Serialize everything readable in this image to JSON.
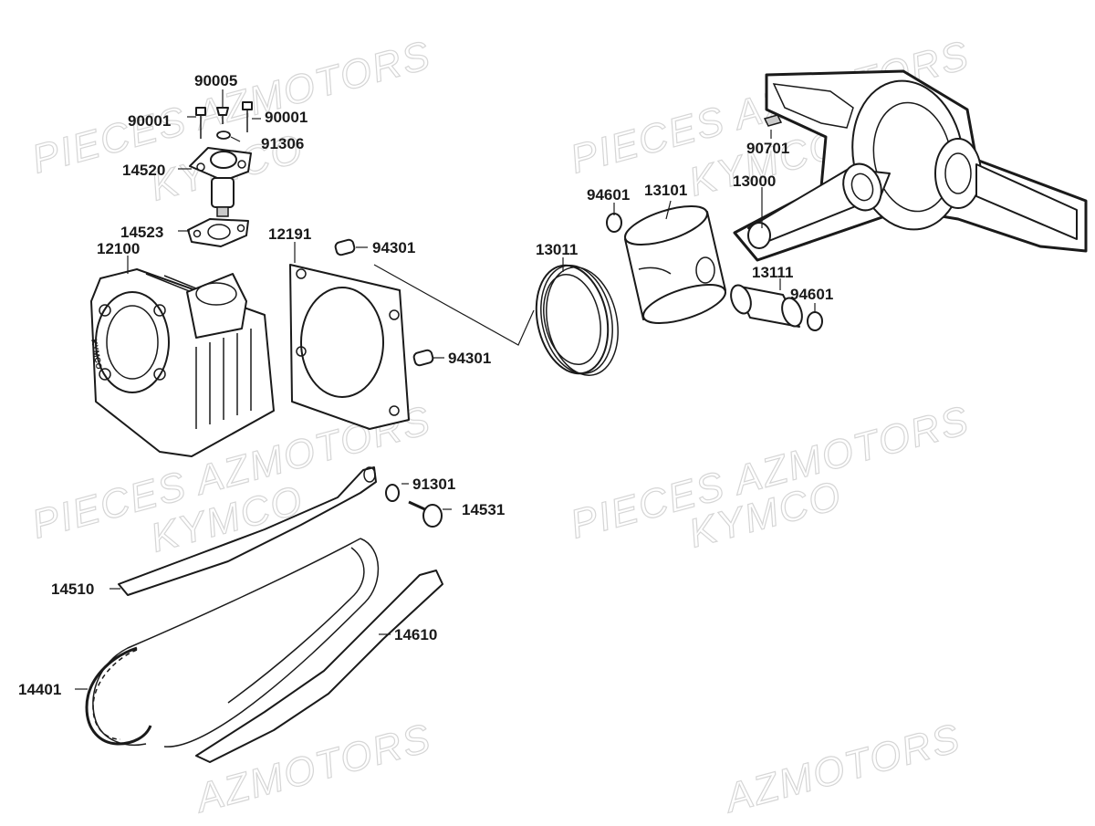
{
  "watermark": {
    "line1": "PIECES AZMOTORS",
    "line2": "KYMCO",
    "bottom": "AZMOTORS"
  },
  "cylinder_brand": "KYMCO",
  "labels": {
    "p90005": "90005",
    "p90001_left": "90001",
    "p90001_right": "90001",
    "p91306": "91306",
    "p14520": "14520",
    "p14523": "14523",
    "p12100": "12100",
    "p12191": "12191",
    "p94301_top": "94301",
    "p94301_bottom": "94301",
    "p13011": "13011",
    "p94601_top": "94601",
    "p13101": "13101",
    "p13000": "13000",
    "p90701": "90701",
    "p13111": "13111",
    "p94601_right": "94601",
    "p91301": "91301",
    "p14531": "14531",
    "p14510": "14510",
    "p14610": "14610",
    "p14401": "14401"
  }
}
